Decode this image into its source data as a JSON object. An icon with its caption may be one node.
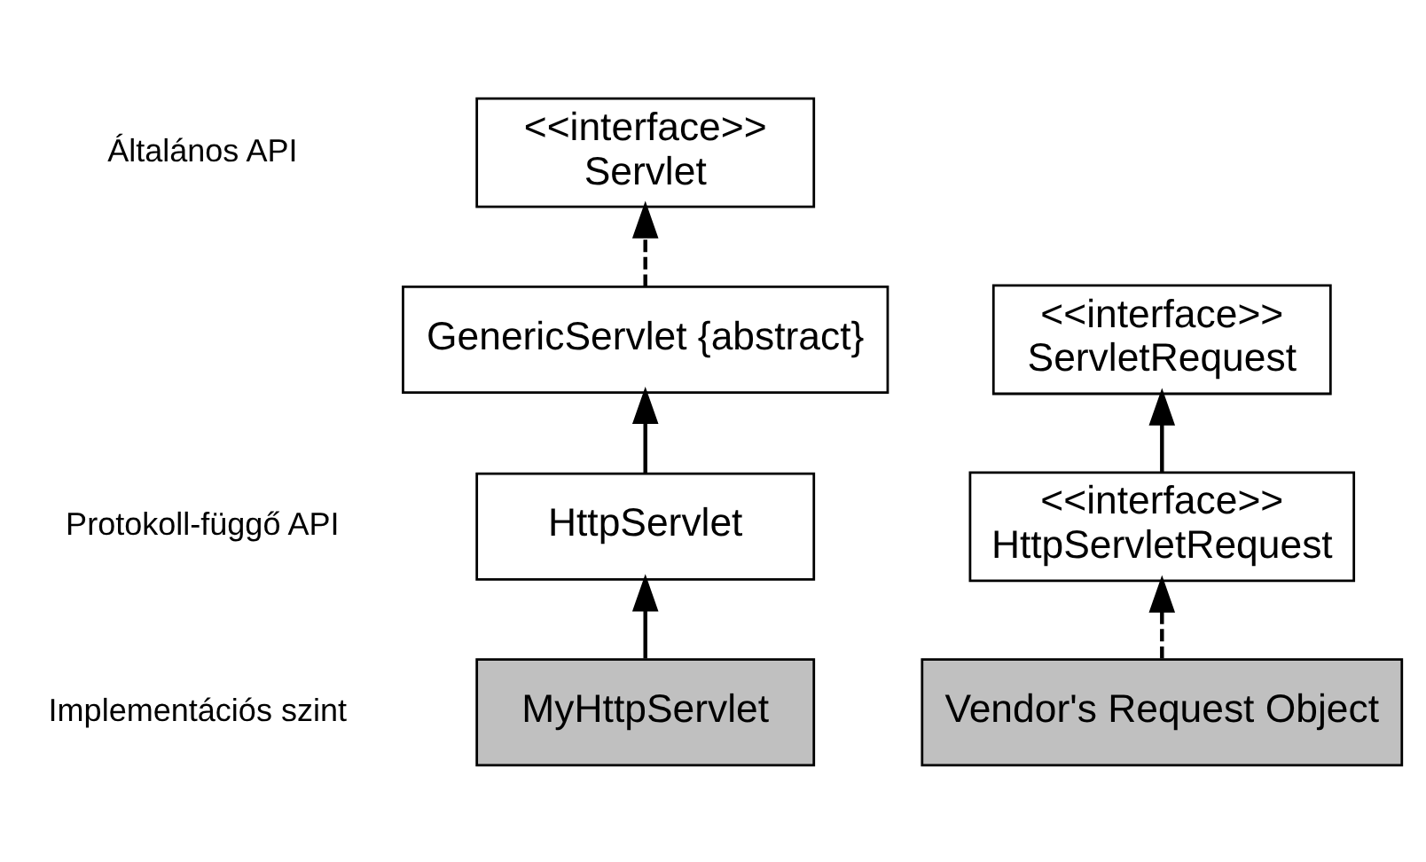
{
  "diagram": {
    "nodes": [
      {
        "text": [
          "<<interface>>",
          "Servlet"
        ]
      },
      {
        "text": [
          "GenericServlet {abstract}"
        ]
      },
      {
        "text": [
          "HttpServlet"
        ]
      },
      {
        "text": [
          "MyHttpServlet"
        ]
      },
      {
        "text": [
          "<<interface>>",
          "ServletRequest"
        ]
      },
      {
        "text": [
          "<<interface>>",
          "HttpServletRequest"
        ]
      },
      {
        "text": [
          "Vendor's Request Object"
        ]
      }
    ],
    "edges": [
      {
        "from": 1,
        "to": 0,
        "arrow": "to",
        "style": "dashed"
      },
      {
        "from": 2,
        "to": 1,
        "arrow": "to"
      },
      {
        "from": 3,
        "to": 2,
        "arrow": "to"
      },
      {
        "from": 5,
        "to": 4,
        "arrow": "to"
      },
      {
        "from": 6,
        "to": 5,
        "arrow": "to",
        "style": "dashed"
      }
    ],
    "labels": [
      "Általános API",
      "Protokoll-függő API",
      "Implementációs szint"
    ]
  }
}
